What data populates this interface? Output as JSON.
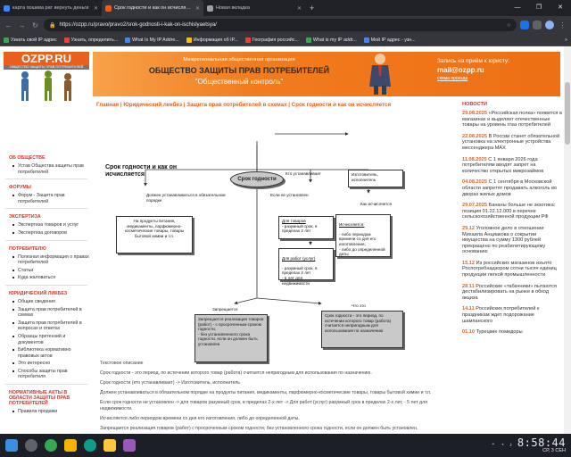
{
  "browser": {
    "tabs": [
      {
        "title": "карта пошива рат вернуть деньги",
        "favicon_color": "#4285f4",
        "active": false
      },
      {
        "title": "Срок годности и как он исчисляется",
        "favicon_color": "#e8601c",
        "active": true
      },
      {
        "title": "Новая вкладка",
        "favicon_color": "#9aa0a6",
        "active": false
      }
    ],
    "new_tab": "+",
    "window_controls": {
      "minimize": "—",
      "maximize": "❐",
      "close": "✕"
    },
    "url": "https://ozpp.ru/pravo/pravo2/srok-godnosti-i-kak-on-ischislyaetsya/",
    "bookmarks": [
      {
        "label": "Узнать свой IP адрес",
        "color": "#34a853"
      },
      {
        "label": "Узнать, определить...",
        "color": "#ea4335"
      },
      {
        "label": "What Is My IP Addre...",
        "color": "#4285f4"
      },
      {
        "label": "Информация об IP...",
        "color": "#fbbc05"
      },
      {
        "label": "География российс...",
        "color": "#ea4335"
      },
      {
        "label": "What is my IP addr...",
        "color": "#34a853"
      },
      {
        "label": "Мой IP адрес - узн...",
        "color": "#4285f4"
      }
    ],
    "bookmarks_more": "»"
  },
  "site": {
    "logo": "OZPP.RU",
    "logo_tagline": "ОБЩЕСТВО ЗАЩИТЫ ПРАВ ПОТРЕБИТЕЛЕЙ",
    "banner_org": "Межрегиональная общественная организация",
    "banner_title": "ОБЩЕСТВО ЗАЩИТЫ ПРАВ ПОТРЕБИТЕЛЕЙ",
    "banner_sub": "\"Общественный контроль\"",
    "contact_line1": "Запись на приём к юристу:",
    "contact_email": "mail@ozpp.ru",
    "contact_link": "схема проезда"
  },
  "sidebar": {
    "sections": [
      {
        "title": "ОБ ОБЩЕСТВЕ",
        "items": [
          "Устав Общества защиты прав потребителей"
        ]
      },
      {
        "title": "ФОРУМЫ",
        "items": [
          "Форум - Защита прав потребителей"
        ]
      },
      {
        "title": "ЭКСПЕРТИЗА",
        "items": [
          "Экспертиза товаров и услуг",
          "Экспертиза договоров"
        ]
      },
      {
        "title": "ПОТРЕБИТЕЛЮ",
        "items": [
          "Полезная информация о правах потребителей",
          "Статьи",
          "Куда жаловаться"
        ]
      },
      {
        "title": "ЮРИДИЧЕСКИЙ ЛИКБЕЗ",
        "items": [
          "Общие сведения",
          "Защита прав потребителей в схемах",
          "Защита прав потребителей в вопросах и ответах",
          "Образцы претензий и документов",
          "Библиотека нормативно правовых актов",
          "Это интересно",
          "Способы защиты прав потребителя"
        ]
      },
      {
        "title": "НОРМАТИВНЫЕ АКТЫ В ОБЛАСТИ ЗАЩИТЫ ПРАВ ПОТРЕБИТЕЛЕЙ",
        "items": [
          "Правила продажи"
        ]
      }
    ]
  },
  "breadcrumb": {
    "items": [
      "Главная",
      "Юридический ликбез",
      "Защита прав потребителей в схемах"
    ],
    "separator": " | ",
    "current": "Срок годности и как он исчисляется"
  },
  "diagram": {
    "head": "Срок годности и как он исчисляется",
    "oval": "Срок годности",
    "lbl_establish": "Кто устанавливает",
    "box_maker": "Изготовитель, исполнитель",
    "lbl_must": "Должен устанавливаться в обязательном порядке",
    "lbl_not_set": "Если не установлен",
    "box_products": "На продукты питания, медикаменты, парфюмерно-косметические товары, товары бытовой химии и т.п.",
    "box_goods_t": "Для товаров",
    "box_goods": "- разумный срок, в пределах 2 лет",
    "box_work_t": "Для работ (услуг)",
    "box_work": "- разумный срок, в пределах 2 лет\n- 5 лет для недвижимости",
    "lbl_how": "Как исчисляется",
    "box_calc_t": "Исчисляется:",
    "box_calc": "- либо периодом времени со дня его изготовления,\n- либо до определенной даты",
    "lbl_forbidden": "Запрещается",
    "box_forbidden": "Запрещается реализация товаров (работ) - с просроченным сроком годности,\n- без установленного срока годности, если он должен быть установлен",
    "lbl_what": "Что это",
    "box_what": "Срок годности - это период, по истечении которого товар (работа) считается непригодным для использования по назначению"
  },
  "text_description": {
    "heading": "Текстовое описание",
    "paragraphs": [
      "Срок годности - это период, по истечении которого товар (работа) считается непригодным для использования по назначению.",
      "Срок годности (кто устанавливает) -> Изготовитель, исполнитель",
      "Должен устанавливаться в обязательном порядке на продукты питания, медикаменты, парфюмерно-косметические товары, товары бытовой химии и т.п.",
      "Если срок годности не установлен -> для товаров разумный срок, в пределах 2-х лет -> Для работ (услуг) разумный срок в пределах 2-х лет, - 5 лет для недвижимости.",
      "Исчисляется либо периодом времени со дня его изготовления, либо до определенной даты.",
      "Запрещается реализация товаров (работ) с просроченным сроком годности; без установленного срока годности, если он должен быть установлен."
    ]
  },
  "news": {
    "heading": "НОВОСТИ",
    "items": [
      {
        "date": "29.08.2025",
        "text": "«Российская полка» появится в магазинах и выделяет отечественные товары на уровень глаз потребителей"
      },
      {
        "date": "22.08.2025",
        "text": "В России станет обязательной установка на электронные устройства мессенджера MAX"
      },
      {
        "date": "11.08.2025",
        "text": "С 1 января 2026 года потребителям вводят запрет на количество открытых микрозаймов"
      },
      {
        "date": "04.08.2025",
        "text": "С 1 сентября в Московской области запретят продавать алкоголь во дворах жилых домов"
      },
      {
        "date": "29.07.2025",
        "text": "Бананы больше не экзотика: позиция 01.22.12.000 в перечне сельскохозяйственной продукции РФ"
      },
      {
        "date": "29.12",
        "text": "Уголовное дело в отношении Михаила Анциакова о сокрытии имущества на сумму 1300 рублей прекращено по реабилитирующему основанию"
      },
      {
        "date": "15.12",
        "text": "Из российских магазинов изъято Роспотребнадзором сотни тысяч единиц продукции легкой промышленности"
      },
      {
        "date": "28.11",
        "text": "Российские «табачники» пытаются дестабилизировать на рынке в обход акциза"
      },
      {
        "date": "14.11",
        "text": "Российских потребителей к праздникам ждет подорожание шампанского"
      },
      {
        "date": "01.10",
        "text": "Турецкие помидоры"
      }
    ]
  },
  "taskbar": {
    "icons": [
      {
        "name": "windows-start-icon",
        "color": "#3b8fe0"
      },
      {
        "name": "search-icon",
        "color": "#5f6368"
      },
      {
        "name": "chrome-icon",
        "color": "#34a853"
      },
      {
        "name": "folder-icon",
        "color": "#f4b400"
      },
      {
        "name": "edge-icon",
        "color": "#0f9d8a"
      },
      {
        "name": "file-explorer-icon",
        "color": "#ffc83d"
      },
      {
        "name": "app-icon",
        "color": "#9b59b6"
      }
    ],
    "time": "8:58:44",
    "date": "СР, 3 СЕН"
  }
}
